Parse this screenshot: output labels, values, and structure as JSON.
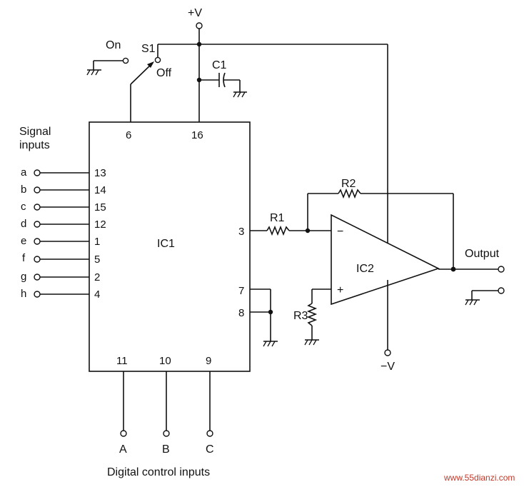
{
  "supply": {
    "positive": "+V",
    "negative": "−V"
  },
  "switch": {
    "name": "S1",
    "on_label": "On",
    "off_label": "Off"
  },
  "capacitor": {
    "name": "C1"
  },
  "ic1": {
    "name": "IC1",
    "top_pins": [
      "6",
      "16"
    ],
    "bottom_pins": [
      "11",
      "10",
      "9"
    ],
    "output_pin": "3",
    "right_pins": [
      "7",
      "8"
    ]
  },
  "ic2": {
    "name": "IC2",
    "inverting": "−",
    "non_inverting": "+"
  },
  "resistors": {
    "r1": "R1",
    "r2": "R2",
    "r3": "R3"
  },
  "signal_inputs": {
    "title_line1": "Signal",
    "title_line2": "inputs",
    "items": [
      {
        "letter": "a",
        "pin": "13"
      },
      {
        "letter": "b",
        "pin": "14"
      },
      {
        "letter": "c",
        "pin": "15"
      },
      {
        "letter": "d",
        "pin": "12"
      },
      {
        "letter": "e",
        "pin": "1"
      },
      {
        "letter": "f",
        "pin": "5"
      },
      {
        "letter": "g",
        "pin": "2"
      },
      {
        "letter": "h",
        "pin": "4"
      }
    ]
  },
  "control_inputs": {
    "title": "Digital control inputs",
    "letters": [
      "A",
      "B",
      "C"
    ]
  },
  "output": {
    "label": "Output"
  },
  "watermark": "www.55dianzi.com"
}
